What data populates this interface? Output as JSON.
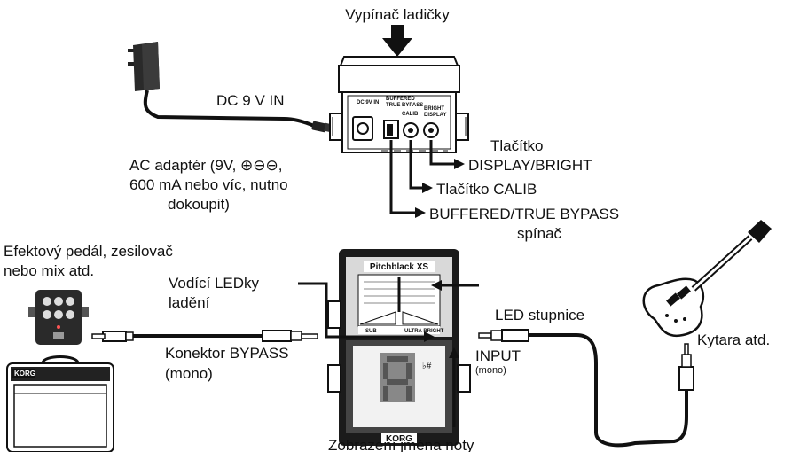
{
  "labels": {
    "tuner_switch": "Vypínač ladičky",
    "dc_in": "DC 9 V IN",
    "ac_adapter_1": "AC adaptér (9V, ⊕⊖⊖,",
    "ac_adapter_2": "600 mA nebo víc, nutno",
    "ac_adapter_3": "dokoupit)",
    "display_btn_1": "Tlačítko",
    "display_btn_2": "DISPLAY/BRIGHT",
    "calib_btn": "Tlačítko CALIB",
    "buffered_1": "BUFFERED/TRUE BYPASS",
    "buffered_2": "spínač",
    "effect_1": "Efektový pedál, zesilovač",
    "effect_2": "nebo mix atd.",
    "guide_leds_1": "Vodící LEDky",
    "guide_leds_2": "ladění",
    "led_scale": "LED stupnice",
    "guitar": "Kytara atd.",
    "bypass_conn_1": "Konektor BYPASS",
    "bypass_conn_2": "(mono)",
    "input": "INPUT",
    "input_mono": "(mono)",
    "note_display": "Zobrazení jména noty"
  },
  "device_top": {
    "dc_label": "DC 9V IN",
    "buffered_label": "BUFFERED",
    "truebypass_label": "TRUE BYPASS",
    "calib_label": "CALIB",
    "bright_label": "BRIGHT",
    "display_label": "DISPLAY"
  },
  "device_front": {
    "model": "Pitchblack XS",
    "brand": "KORG",
    "mode_left": "SUB",
    "mode_right": "ULTRA BRIGHT"
  },
  "amp": {
    "brand": "KORG"
  }
}
